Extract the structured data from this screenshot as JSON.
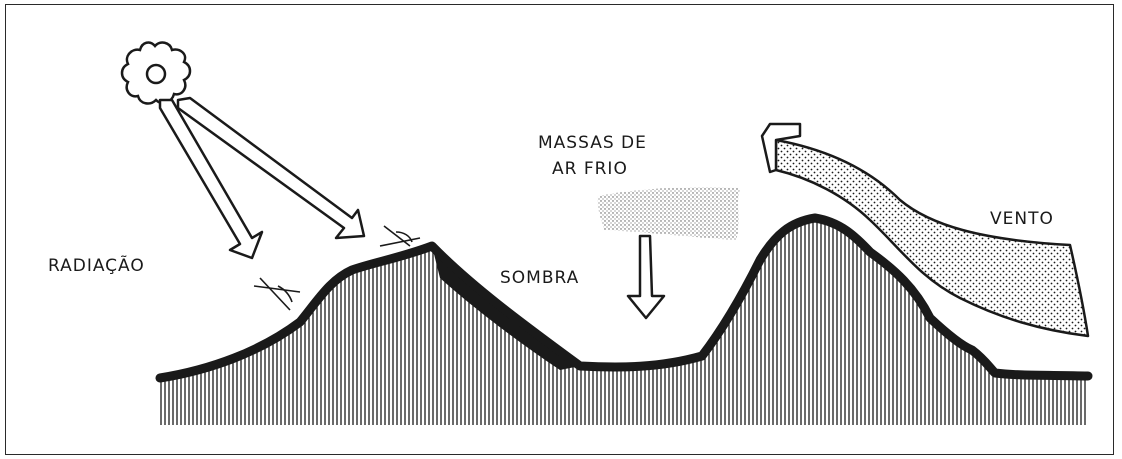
{
  "labels": {
    "radiation": "RADIAÇÃO",
    "cold_air_line1": "MASSAS DE",
    "cold_air_line2": "AR FRIO",
    "shadow": "SOMBRA",
    "wind": "VENTO"
  },
  "icons": {
    "sun": "sun-icon",
    "radiation_arrows": "arrow-down-right-icon",
    "cold_air_arrow": "arrow-down-icon",
    "wind_arrow": "curved-arrow-icon"
  },
  "colors": {
    "ink": "#1a1a1a",
    "paper": "#ffffff",
    "frame": "#2a2a2a"
  }
}
